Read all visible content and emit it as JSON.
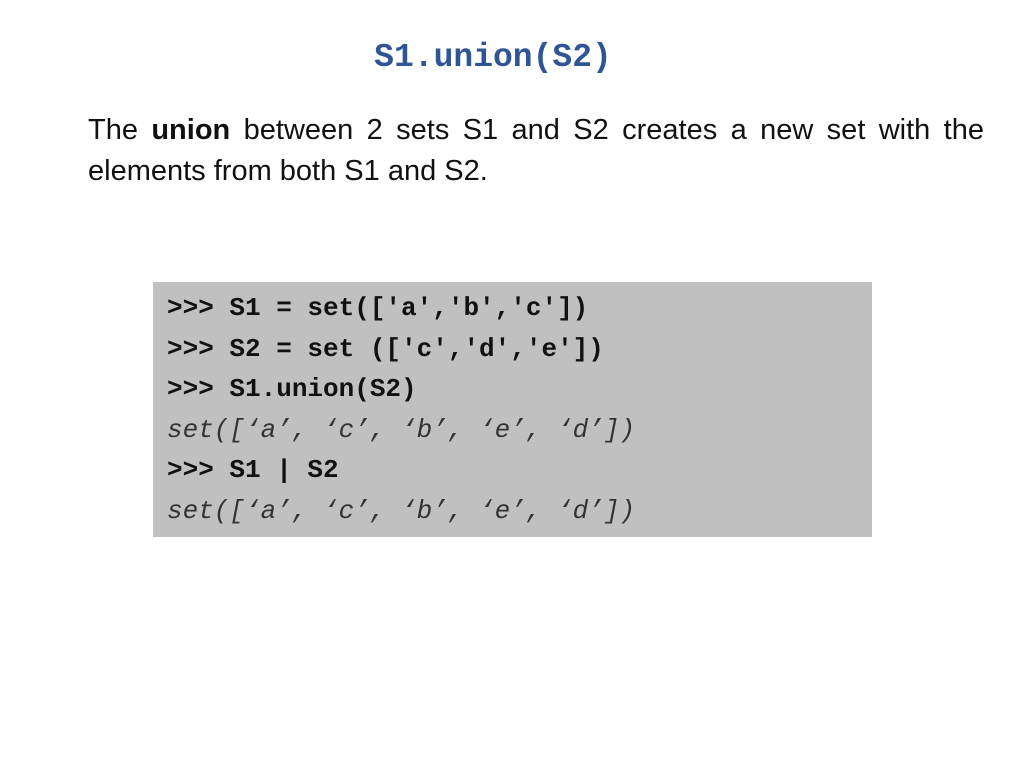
{
  "slide": {
    "title": "S1.union(S2)",
    "paragraph": {
      "before": "The ",
      "bold": "union",
      "after": " between 2 sets S1 and S2 creates a new set with the elements from both S1 and S2."
    },
    "code": [
      {
        "kind": "input",
        "text": ">>> S1 = set(['a','b','c'])"
      },
      {
        "kind": "input",
        "text": ">>> S2 = set (['c','d','e'])"
      },
      {
        "kind": "input",
        "text": ">>> S1.union(S2)"
      },
      {
        "kind": "output",
        "text": "set([‘a’, ‘c’, ‘b’, ‘e’, ‘d’])"
      },
      {
        "kind": "input",
        "text": ">>> S1 | S2"
      },
      {
        "kind": "output",
        "text": "set([‘a’, ‘c’, ‘b’, ‘e’, ‘d’])"
      }
    ]
  },
  "colors": {
    "title": "#2f5597",
    "code_background": "#c0c0c0",
    "text": "#111111"
  }
}
